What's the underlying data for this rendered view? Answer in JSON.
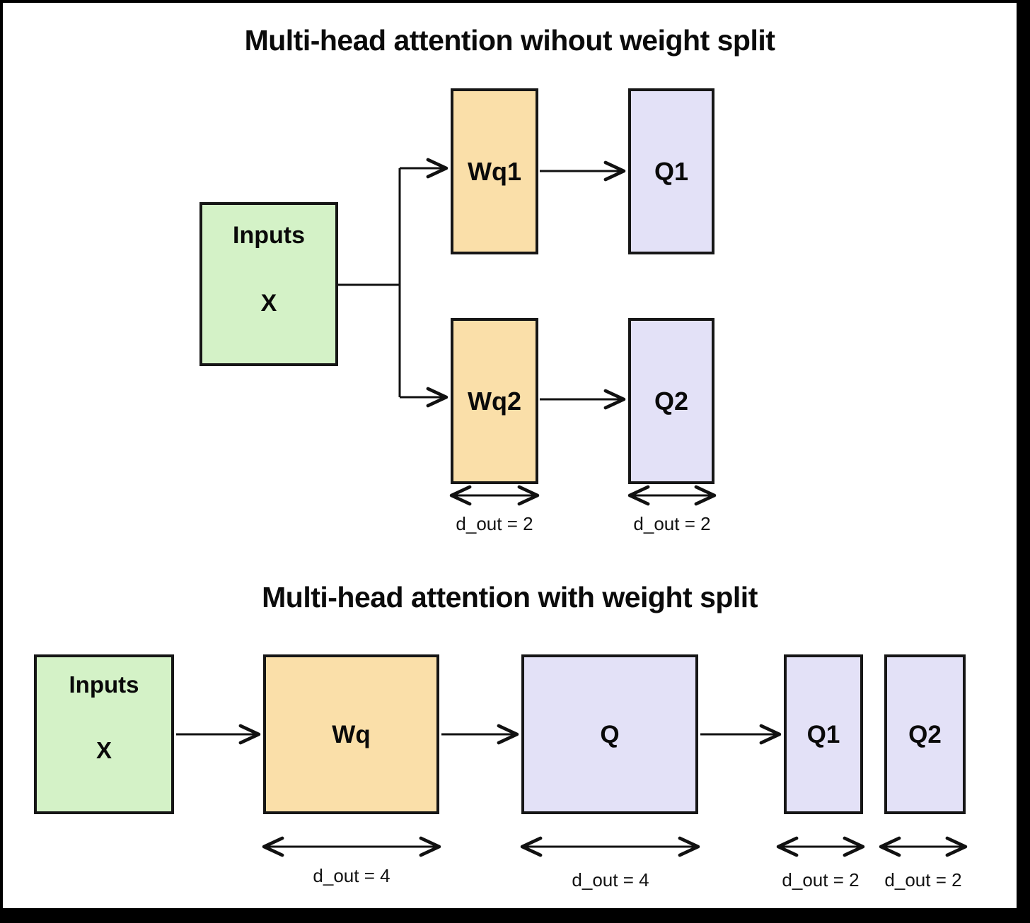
{
  "figure": {
    "background": "#ffffff",
    "frame_color": "#000000",
    "colors": {
      "inputs_fill": "#d4f2c7",
      "weight_fill": "#fadfa9",
      "output_fill": "#e3e1f7",
      "stroke": "#161616",
      "text": "#0a0a0a"
    }
  },
  "section_top": {
    "title": "Multi-head attention wihout weight split",
    "inputs": {
      "label": "Inputs",
      "sublabel": "X"
    },
    "weights": [
      {
        "label": "Wq1",
        "dim_label": "d_out = 2"
      },
      {
        "label": "Wq2",
        "dim_label": "d_out = 2"
      }
    ],
    "outputs": [
      {
        "label": "Q1",
        "dim_label": "d_out = 2"
      },
      {
        "label": "Q2",
        "dim_label": "d_out = 2"
      }
    ],
    "dims": {
      "weight_dim": "d_out = 2",
      "output_dim": "d_out = 2"
    }
  },
  "section_bottom": {
    "title": "Multi-head attention with weight split",
    "inputs": {
      "label": "Inputs",
      "sublabel": "X"
    },
    "weight": {
      "label": "Wq",
      "dim_label": "d_out = 4"
    },
    "combined_output": {
      "label": "Q",
      "dim_label": "d_out = 4"
    },
    "split_outputs": [
      {
        "label": "Q1",
        "dim_label": "d_out = 2"
      },
      {
        "label": "Q2",
        "dim_label": "d_out = 2"
      }
    ]
  },
  "icons": {
    "arrow_right": "arrow-right-icon",
    "double_arrow": "double-headed-arrow-icon",
    "branch": "branch-connector-icon"
  }
}
